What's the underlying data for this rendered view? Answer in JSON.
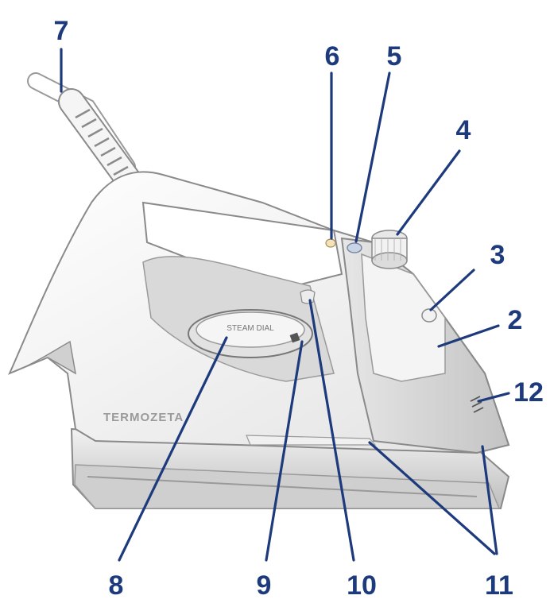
{
  "brand_text": "TERMOZETA",
  "dial_text": "STEAM DIAL",
  "colors": {
    "label": "#1d3a7c",
    "body": "#ffffff",
    "shadow": "#d9d9d9",
    "accent_shadow": "#c8c8c8",
    "outline": "#8a8a8a"
  },
  "labels": [
    {
      "id": "7",
      "text": "7"
    },
    {
      "id": "6",
      "text": "6"
    },
    {
      "id": "5",
      "text": "5"
    },
    {
      "id": "4",
      "text": "4"
    },
    {
      "id": "3",
      "text": "3"
    },
    {
      "id": "2",
      "text": "2"
    },
    {
      "id": "12",
      "text": "12"
    },
    {
      "id": "8",
      "text": "8"
    },
    {
      "id": "9",
      "text": "9"
    },
    {
      "id": "10",
      "text": "10"
    },
    {
      "id": "11",
      "text": "11"
    }
  ]
}
